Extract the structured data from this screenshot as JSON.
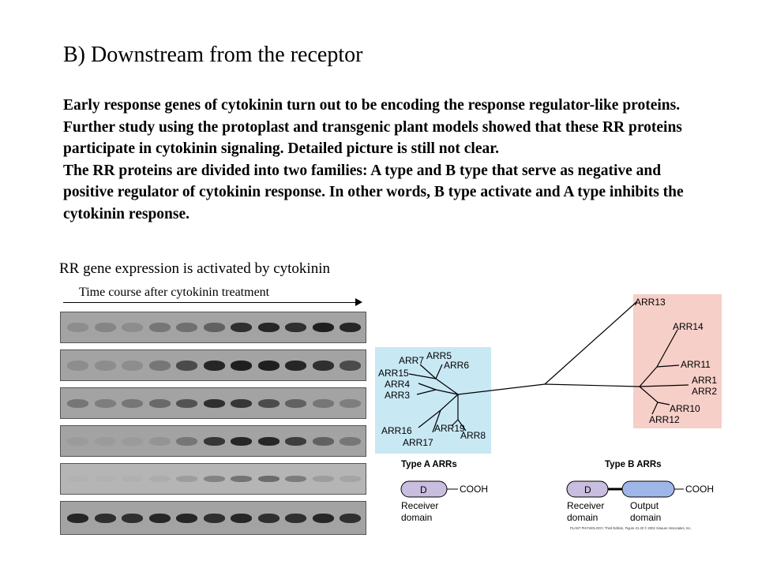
{
  "slide": {
    "title": "B) Downstream from the receptor",
    "paragraph1": "Early response genes of cytokinin turn out to be encoding the response regulator-like proteins. Further study using the protoplast and transgenic plant models showed that these RR proteins participate in cytokinin signaling. Detailed picture is still not clear.",
    "paragraph2": "The RR proteins are divided into two families: A type and B type that serve as negative and positive regulator of cytokinin response. In other words, B type activate and A type inhibits the cytokinin response.",
    "caption": "RR gene expression is activated by cytokinin",
    "time_label": "Time course after cytokinin treatment"
  },
  "figure": {
    "group_a_labels": [
      "ARR7",
      "ARR5",
      "ARR15",
      "ARR6",
      "ARR4",
      "ARR3",
      "ARR16",
      "ARR19",
      "ARR17",
      "ARR8"
    ],
    "group_b_labels": [
      "ARR13",
      "ARR14",
      "ARR11",
      "ARR1",
      "ARR2",
      "ARR10",
      "ARR12"
    ],
    "type_a_title": "Type A ARRs",
    "type_b_title": "Type B ARRs",
    "domain_d": "D",
    "cooh": "COOH",
    "receiver_line1": "Receiver",
    "receiver_line2": "domain",
    "output_line1": "Output",
    "output_line2": "domain",
    "credit": "PLANT PHYSIOLOGY, Third Edition, Figure 21.20 © 2002 Sinauer Associates, Inc."
  },
  "colors": {
    "type_a_box": "#c8e8f4",
    "type_b_box": "#f6cfc8",
    "domain_d_fill": "#c9bde0",
    "output_fill": "#9fb7e8"
  }
}
